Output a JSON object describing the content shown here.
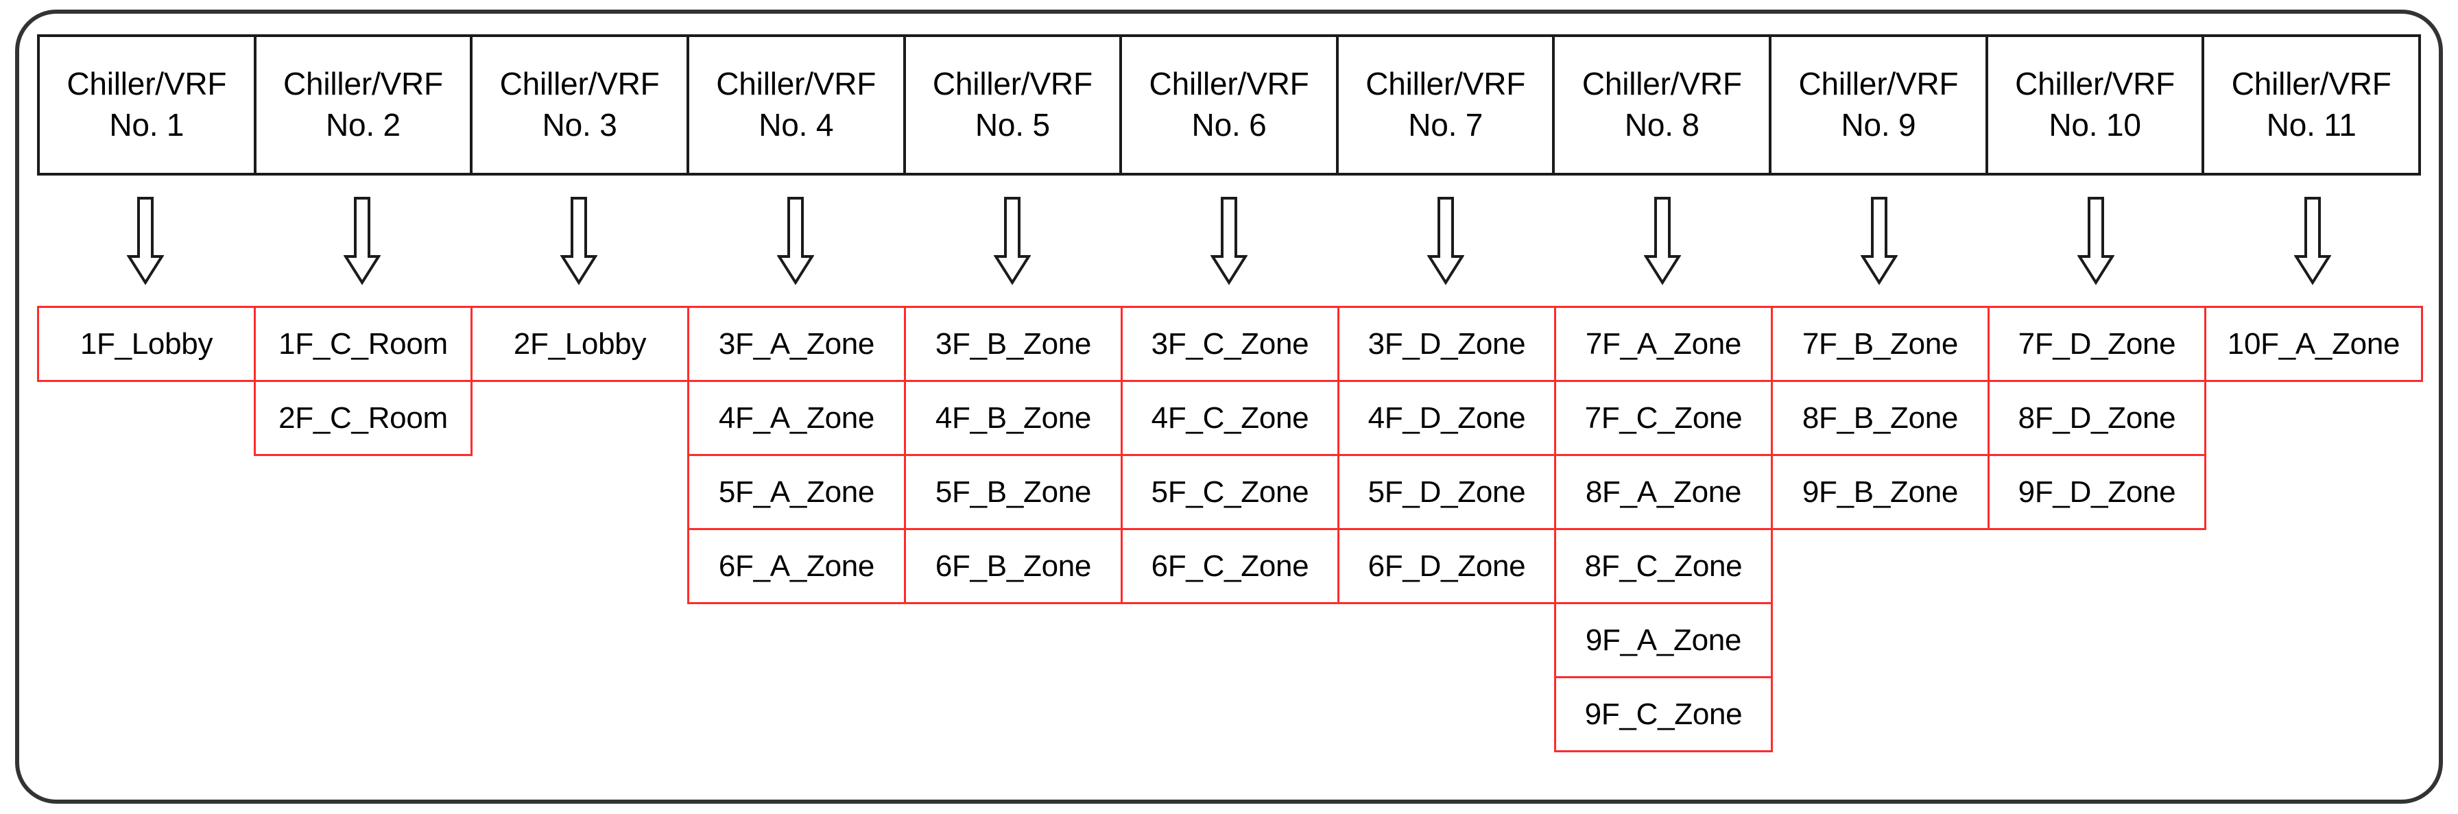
{
  "diagram": {
    "title_absent": true,
    "colors": {
      "zone_border": "#ff2b2b",
      "header_border": "#1b1b1b",
      "outer_border": "#333333",
      "text": "#000000",
      "background": "#ffffff"
    },
    "icons": {
      "down_arrow": "hollow-down-arrow"
    },
    "columns": [
      {
        "header_line1": "Chiller/VRF",
        "header_line2": "No. 1",
        "arrow": "hollow-down-arrow",
        "zones": [
          "1F_Lobby"
        ]
      },
      {
        "header_line1": "Chiller/VRF",
        "header_line2": "No. 2",
        "arrow": "hollow-down-arrow",
        "zones": [
          "1F_C_Room",
          "2F_C_Room"
        ]
      },
      {
        "header_line1": "Chiller/VRF",
        "header_line2": "No. 3",
        "arrow": "hollow-down-arrow",
        "zones": [
          "2F_Lobby"
        ]
      },
      {
        "header_line1": "Chiller/VRF",
        "header_line2": "No. 4",
        "arrow": "hollow-down-arrow",
        "zones": [
          "3F_A_Zone",
          "4F_A_Zone",
          "5F_A_Zone",
          "6F_A_Zone"
        ]
      },
      {
        "header_line1": "Chiller/VRF",
        "header_line2": "No. 5",
        "arrow": "hollow-down-arrow",
        "zones": [
          "3F_B_Zone",
          "4F_B_Zone",
          "5F_B_Zone",
          "6F_B_Zone"
        ]
      },
      {
        "header_line1": "Chiller/VRF",
        "header_line2": "No. 6",
        "arrow": "hollow-down-arrow",
        "zones": [
          "3F_C_Zone",
          "4F_C_Zone",
          "5F_C_Zone",
          "6F_C_Zone"
        ]
      },
      {
        "header_line1": "Chiller/VRF",
        "header_line2": "No. 7",
        "arrow": "hollow-down-arrow",
        "zones": [
          "3F_D_Zone",
          "4F_D_Zone",
          "5F_D_Zone",
          "6F_D_Zone"
        ]
      },
      {
        "header_line1": "Chiller/VRF",
        "header_line2": "No. 8",
        "arrow": "hollow-down-arrow",
        "zones": [
          "7F_A_Zone",
          "7F_C_Zone",
          "8F_A_Zone",
          "8F_C_Zone",
          "9F_A_Zone",
          "9F_C_Zone"
        ]
      },
      {
        "header_line1": "Chiller/VRF",
        "header_line2": "No. 9",
        "arrow": "hollow-down-arrow",
        "zones": [
          "7F_B_Zone",
          "8F_B_Zone",
          "9F_B_Zone"
        ]
      },
      {
        "header_line1": "Chiller/VRF",
        "header_line2": "No. 10",
        "arrow": "hollow-down-arrow",
        "zones": [
          "7F_D_Zone",
          "8F_D_Zone",
          "9F_D_Zone"
        ]
      },
      {
        "header_line1": "Chiller/VRF",
        "header_line2": "No. 11",
        "arrow": "hollow-down-arrow",
        "zones": [
          "10F_A_Zone"
        ]
      }
    ]
  }
}
